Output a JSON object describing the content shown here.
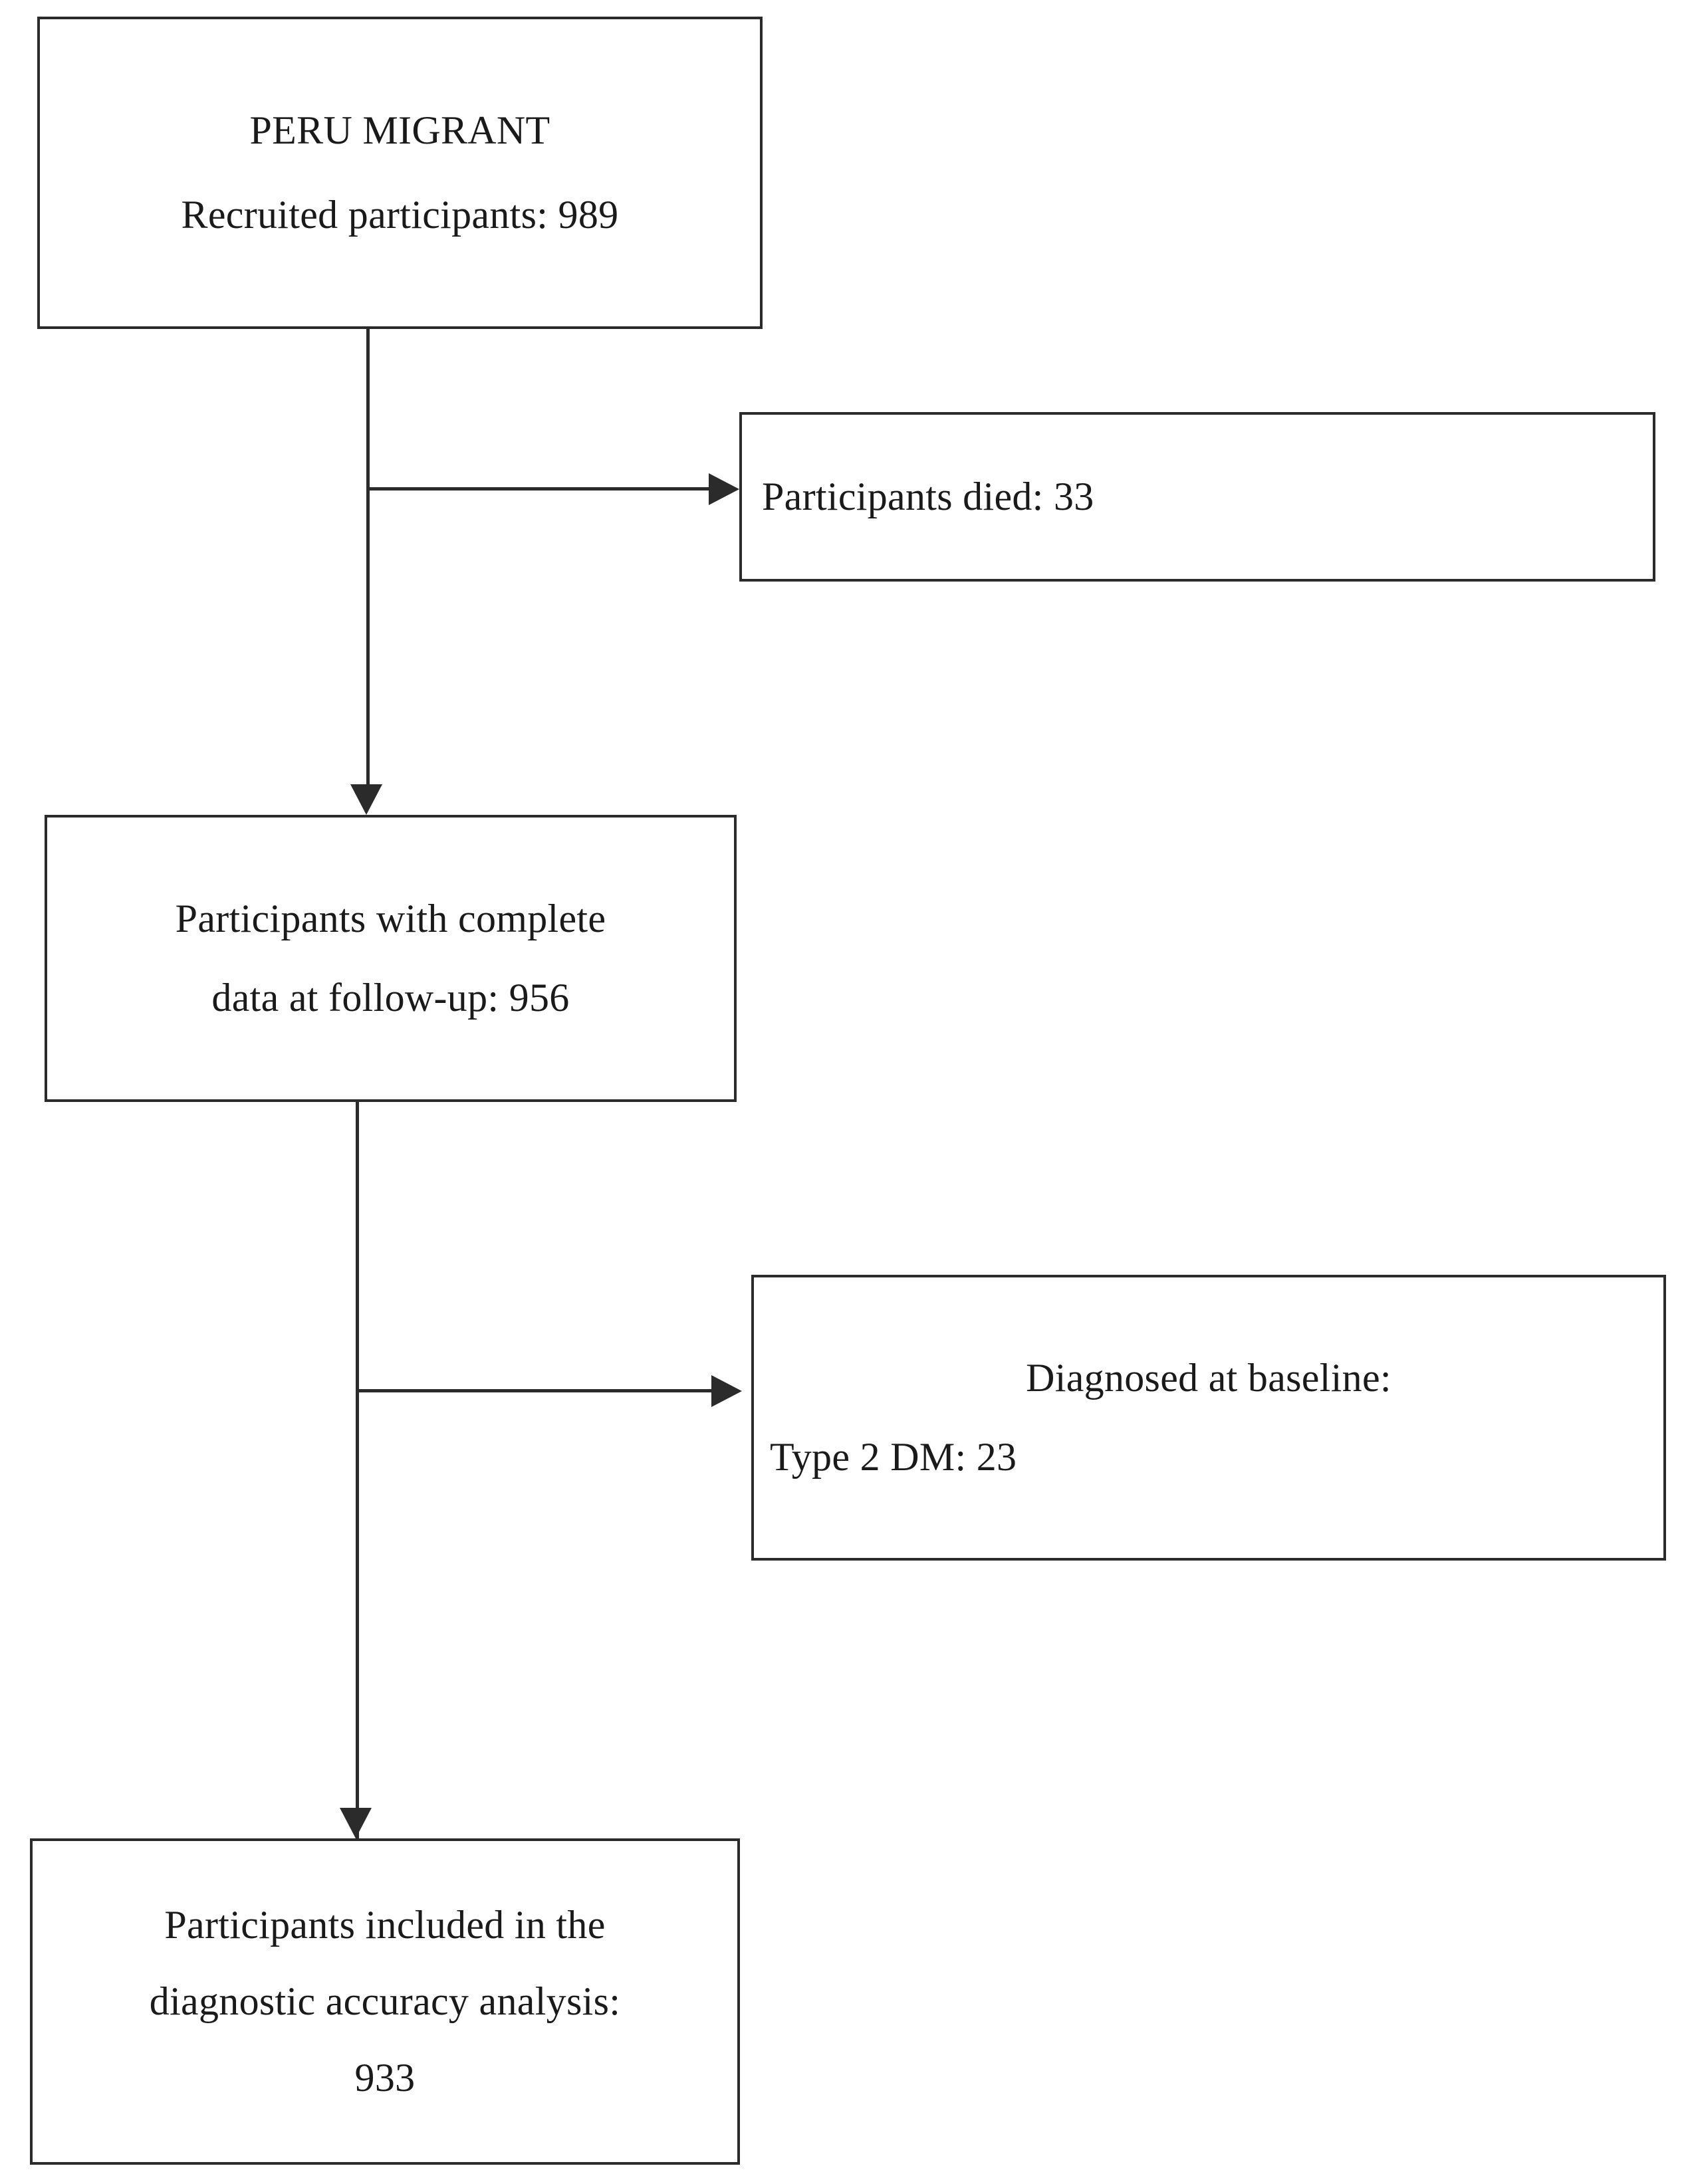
{
  "diagram": {
    "type": "participant-flow-chart",
    "title": "PERU MIGRANT study participant flow",
    "colors": {
      "box_border": "#2b2b2b",
      "connector": "#2b2b2b",
      "background": "#ffffff",
      "text": "#1a1a1a"
    },
    "nodes": [
      {
        "id": "recruited",
        "align": "center",
        "lines": [
          "PERU MIGRANT",
          "Recruited participants: 989"
        ],
        "value": 989
      },
      {
        "id": "died",
        "align": "left",
        "lines": [
          "Participants died: 33"
        ],
        "value": 33
      },
      {
        "id": "complete",
        "align": "center",
        "lines": [
          "Participants with complete",
          "data at follow-up: 956"
        ],
        "value": 956
      },
      {
        "id": "diagnosed",
        "align": "mixed",
        "lines": [
          "Diagnosed at baseline:",
          "Type 2 DM: 23"
        ],
        "value": 23
      },
      {
        "id": "included",
        "align": "center",
        "lines": [
          "Participants included in the",
          "diagnostic accuracy  analysis:",
          "933"
        ],
        "value": 933
      }
    ],
    "edges": [
      {
        "from": "recruited",
        "to": "died",
        "kind": "exclusion",
        "direction": "right"
      },
      {
        "from": "recruited",
        "to": "complete",
        "kind": "flow",
        "direction": "down"
      },
      {
        "from": "complete",
        "to": "diagnosed",
        "kind": "exclusion",
        "direction": "right"
      },
      {
        "from": "complete",
        "to": "included",
        "kind": "flow",
        "direction": "down"
      }
    ]
  }
}
